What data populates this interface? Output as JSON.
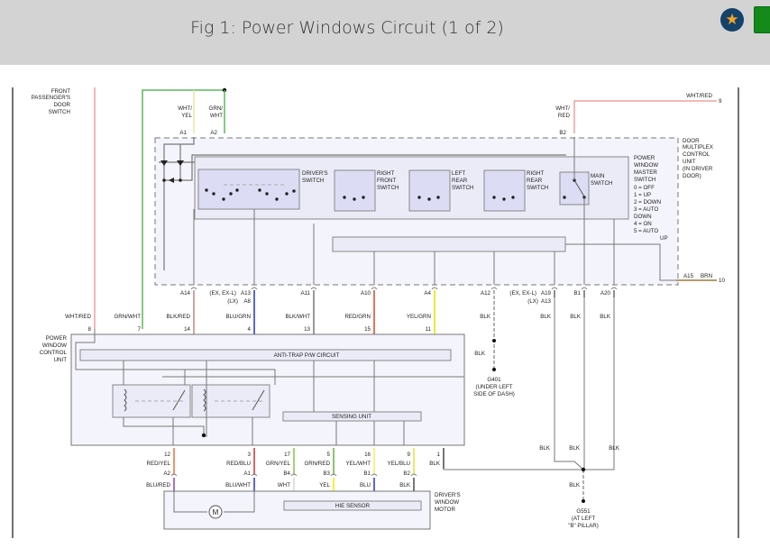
{
  "header": {
    "title": "Fig 1: Power Windows Circuit (1 of 2)",
    "favorite_icon": "star-icon",
    "action_button_color": "#138a1a"
  },
  "diagram": {
    "components": {
      "front_passenger_door_switch": [
        "FRONT",
        "PASSENGER'S",
        "DOOR",
        "SWITCH"
      ],
      "door_multiplex_control_unit": [
        "DOOR",
        "MULTIPLEX",
        "CONTROL",
        "UNIT",
        "(IN DRIVER",
        "DOOR)"
      ],
      "power_window_master_switch": [
        "POWER",
        "WINDOW",
        "MASTER",
        "SWITCH"
      ],
      "switch_legend": [
        "0 = OFF",
        "1 = UP",
        "2 = DOWN",
        "3 = AUTO",
        "DOWN",
        "4 = ON",
        "5 = AUTO",
        "UP"
      ],
      "drivers_switch": [
        "DRIVER'S",
        "SWITCH"
      ],
      "right_front_switch": [
        "RIGHT",
        "FRONT",
        "SWITCH"
      ],
      "left_rear_switch": [
        "LEFT",
        "REAR",
        "SWITCH"
      ],
      "right_rear_switch": [
        "RIGHT",
        "REAR",
        "SWITCH"
      ],
      "main_switch": [
        "MAIN",
        "SWITCH"
      ],
      "power_window_control_unit": [
        "POWER",
        "WINDOW",
        "CONTROL",
        "UNIT"
      ],
      "anti_trap_circuit": "ANTI-TRAP P/W CIRCUIT",
      "sensing_unit": "SENSING UNIT",
      "hie_sensor": "HIE SENSOR",
      "drivers_window_motor": [
        "DRIVER'S",
        "WINDOW",
        "MOTOR"
      ],
      "motor_symbol": "M",
      "g401": [
        "G401",
        "(UNDER LEFT",
        "SIDE OF DASH)"
      ],
      "g551": [
        "G551",
        "(AT LEFT",
        "\"B\" PILLAR)"
      ]
    },
    "top_wires": [
      {
        "pin": "A1",
        "color_label": [
          "WHT/",
          "YEL"
        ],
        "hex": "#e8e4a8"
      },
      {
        "pin": "A2",
        "color_label": [
          "GRN/",
          "WHT"
        ],
        "hex": "#5cb85c"
      },
      {
        "pin": "B2",
        "color_label": [
          "WHT/",
          "RED"
        ],
        "hex": "#f0a0a0"
      }
    ],
    "whtred_top_label": "WHT/RED",
    "whtred_top_terminal": "9",
    "a15": {
      "pin": "A15",
      "color": "BRN",
      "terminal": "10",
      "hex": "#9b7a3c"
    },
    "mcu_pins_bottom": [
      {
        "pin": "A14",
        "color": "BLK/RED",
        "terminal": "14",
        "hex": "#c98a8a"
      },
      {
        "variant_a": "(EX, EX-L)",
        "pin": "A13",
        "variant_b": "(LX)",
        "pin_b": "A8",
        "color": "BLU/GRN",
        "terminal": "4",
        "hex": "#2f3fd6"
      },
      {
        "pin": "A11",
        "color": "BLK/WHT",
        "terminal": "13",
        "hex": "#808080"
      },
      {
        "pin": "A10",
        "color": "RED/GRN",
        "terminal": "15",
        "hex": "#d9552b"
      },
      {
        "pin": "A4",
        "color": "YEL/GRN",
        "terminal": "11",
        "hex": "#e6e600"
      },
      {
        "pin": "A12",
        "color": "BLK",
        "hex": "#666666"
      },
      {
        "variant_a": "(EX, EX-L)",
        "pin": "A19",
        "variant_b": "(LX)",
        "pin_b": "A13",
        "color": "BLK",
        "hex": "#666666"
      },
      {
        "pin": "B1",
        "color": "BLK",
        "hex": "#666666"
      },
      {
        "pin": "A20",
        "color": "BLK",
        "hex": "#666666"
      }
    ],
    "pwcu_left_wires": [
      {
        "color": "WHT/RED",
        "terminal": "8",
        "hex": "#f0a0a0"
      },
      {
        "color": "GRN/WHT",
        "terminal": "7",
        "hex": "#5cb85c"
      }
    ],
    "g401_link_color": "BLK",
    "g551_link_colors": [
      "BLK",
      "BLK",
      "BLK",
      "BLK"
    ],
    "motor_wires": [
      {
        "terminal": "12",
        "upper": "RED/YEL",
        "pin": "A2",
        "lower": "BLU/RED",
        "upper_hex": "#f07840",
        "lower_hex": "#9050c0"
      },
      {
        "terminal": "3",
        "upper": "RED/BLU",
        "pin": "A1",
        "lower": "BLU/WHT",
        "upper_hex": "#d83c3c",
        "lower_hex": "#3040d8"
      },
      {
        "terminal": "17",
        "upper": "GRN/YEL",
        "pin": "B4",
        "lower": "WHT",
        "upper_hex": "#8cc84a",
        "lower_hex": "#d8d8d8"
      },
      {
        "terminal": "5",
        "upper": "GRN/RED",
        "pin": "B3",
        "lower": "YEL",
        "upper_hex": "#6cb84a",
        "lower_hex": "#f0f000"
      },
      {
        "terminal": "16",
        "upper": "YEL/WHT",
        "pin": "B1",
        "lower": "BLU",
        "upper_hex": "#f0f070",
        "lower_hex": "#3040d8"
      },
      {
        "terminal": "9",
        "upper": "YEL/BLU",
        "pin": "B2",
        "lower": "BLK",
        "upper_hex": "#e6e640",
        "lower_hex": "#555555"
      },
      {
        "terminal": "1",
        "upper": "BLK",
        "upper_hex": "#555555"
      }
    ]
  }
}
